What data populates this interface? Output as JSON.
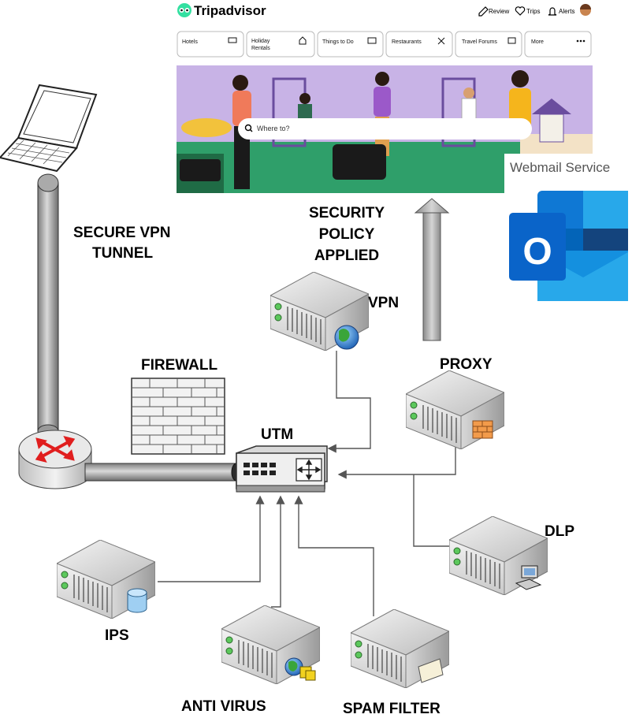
{
  "labels": {
    "vpn_tunnel_line1": "SECURE VPN",
    "vpn_tunnel_line2": "TUNNEL",
    "firewall": "FIREWALL",
    "utm": "UTM",
    "vpn": "VPN",
    "policy_line1": "SECURITY",
    "policy_line2": "POLICY",
    "policy_line3": "APPLIED",
    "proxy": "PROXY",
    "dlp": "DLP",
    "ips": "IPS",
    "antivirus": "ANTI VIRUS",
    "spam_filter": "SPAM FILTER"
  },
  "tripadvisor": {
    "logo": "Tripadvisor",
    "nav": {
      "review": "Review",
      "trips": "Trips",
      "alerts": "Alerts"
    },
    "tabs": [
      {
        "line1": "Hotels",
        "line2": ""
      },
      {
        "line1": "Holiday",
        "line2": "Rentals"
      },
      {
        "line1": "Things to Do",
        "line2": ""
      },
      {
        "line1": "Restaurants",
        "line2": ""
      },
      {
        "line1": "Travel Forums",
        "line2": ""
      },
      {
        "line1": "More",
        "line2": ""
      }
    ],
    "search_placeholder": "Where to?"
  },
  "webmail": {
    "title": "Webmail Service",
    "logo_letter": "O"
  },
  "colors": {
    "tripadvisor_green": "#34e0a1",
    "banner_purple": "#c8b3e6",
    "outlook_blue": "#0a64c9",
    "router_red": "#e01e1e"
  }
}
